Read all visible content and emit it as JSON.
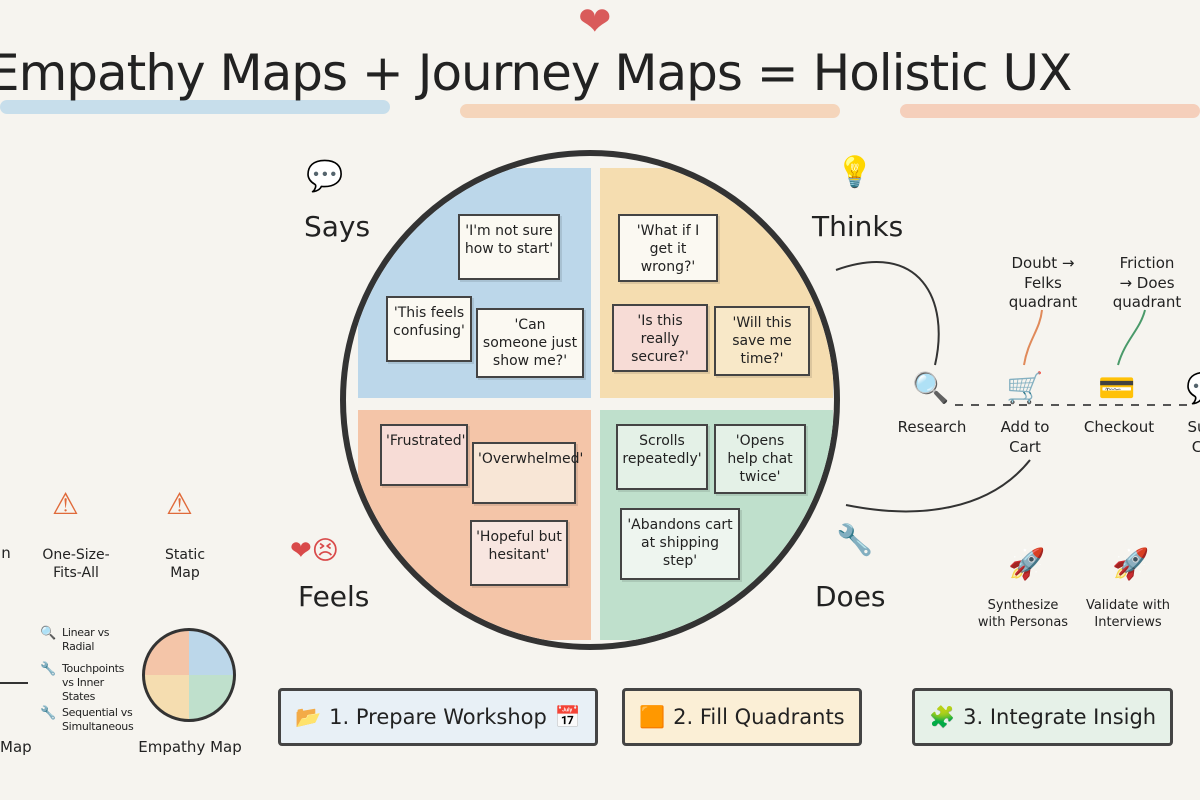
{
  "title": "Empathy Maps + Journey Maps = Holistic UX",
  "colors": {
    "says": "#bcd7ea",
    "thinks": "#f5ddb0",
    "feels": "#f4c5a8",
    "does": "#bfe0cc",
    "outline": "#333333",
    "background": "#f6f4ef"
  },
  "quadrants": {
    "says": {
      "label": "Says",
      "icon": "speech-bubbles-icon",
      "notes": [
        "'I'm not sure how to start'",
        "'This feels confusing'",
        "'Can someone just show me?'"
      ]
    },
    "thinks": {
      "label": "Thinks",
      "icon": "lightbulb-brain-icon",
      "notes": [
        "'What if I get it wrong?'",
        "'Is this really secure?'",
        "'Will this save me time?'"
      ]
    },
    "feels": {
      "label": "Feels",
      "icon": "heart-and-face-icon",
      "notes": [
        "'Frustrated'",
        "'Overwhelmed'",
        "'Hopeful but hesitant'"
      ]
    },
    "does": {
      "label": "Does",
      "icon": "tools-icon",
      "notes": [
        "Scrolls repeatedly'",
        "'Opens help chat twice'",
        "'Abandons cart at shipping step'"
      ]
    }
  },
  "journey": {
    "stages": [
      {
        "label": "Research",
        "icon": "magnifier-icon"
      },
      {
        "label": "Add to Cart",
        "icon": "cart-icon"
      },
      {
        "label": "Checkout",
        "icon": "credit-card-icon"
      },
      {
        "label": "Su C",
        "icon": "chat-icon"
      }
    ],
    "annotations": [
      "Doubt → Felks quadrant",
      "Friction → Does quadrant"
    ],
    "next_steps": [
      "Synthesize with Personas",
      "Validate with Interviews"
    ]
  },
  "pitfalls": [
    "n",
    "One-Size-Fits-All",
    "Static Map"
  ],
  "comparison": {
    "left_label": "Map",
    "items": [
      "Linear vs Radial",
      "Touchpoints vs Inner States",
      "Sequential vs Simultaneous"
    ],
    "right_label": "Empathy Map"
  },
  "steps": [
    "1. Prepare Workshop",
    "2. Fill Quadrants",
    "3. Integrate Insigh"
  ]
}
